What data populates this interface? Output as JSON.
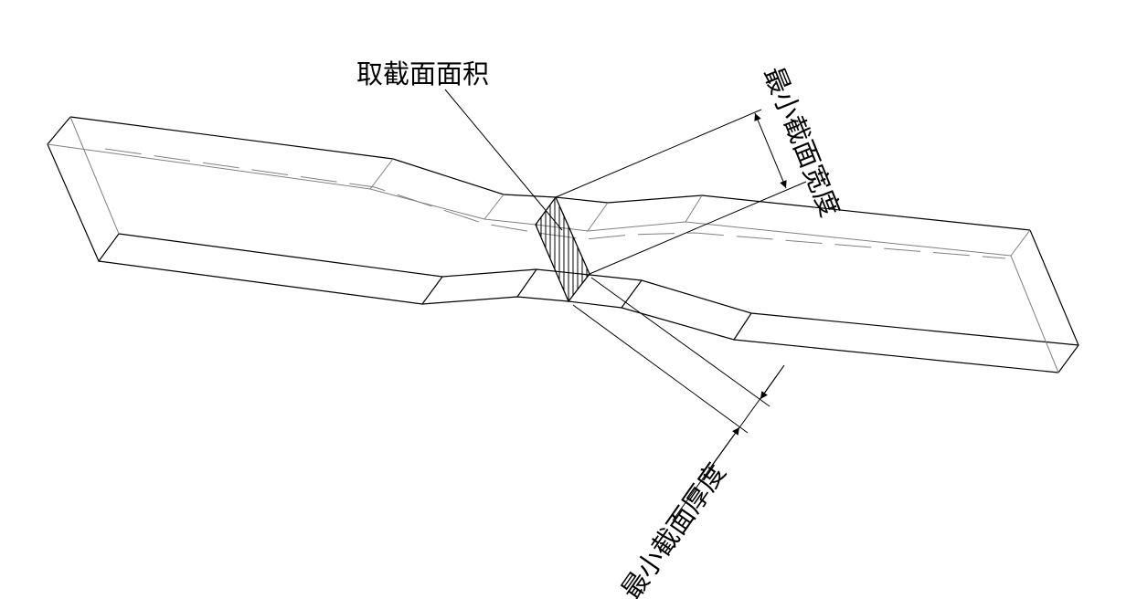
{
  "labels": {
    "cross_section_area": "取截面面积",
    "min_section_width": "最小截面宽度",
    "min_section_thickness": "最小截面厚度"
  },
  "colors": {
    "line": "#000000",
    "hidden_line": "#808080",
    "background": "#ffffff"
  }
}
